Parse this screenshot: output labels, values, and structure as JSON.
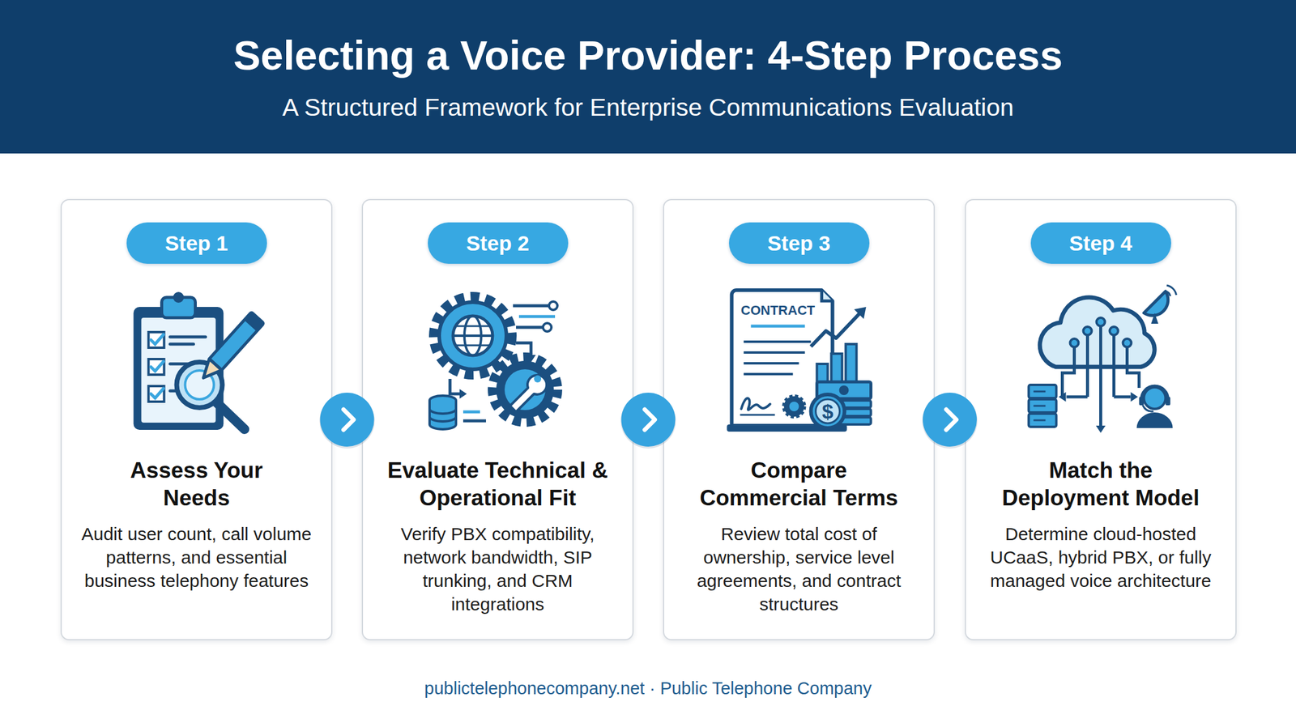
{
  "diagram": {
    "title": "Selecting a Voice Provider: 4-Step Process",
    "nodes": [
      {
        "text": [
          "Assess Your Needs",
          "Audit user count, call volume patterns, and essential business telephony features"
        ]
      },
      {
        "text": [
          "Step 1"
        ],
        "in": 0
      },
      {
        "text": [
          "Evaluate Technical & Operational Fit",
          "Verify PBX compatibility, network bandwidth, SIP trunking, and CRM integrations"
        ]
      },
      {
        "text": [
          "Step 2"
        ],
        "in": 2
      },
      {
        "text": [
          "Compare Commercial Terms",
          "Review total cost of ownership, service level agreements, and contract structures"
        ]
      },
      {
        "text": [
          "Step 3"
        ],
        "in": 4
      },
      {
        "text": [
          "Match the Deployment Model",
          "Determine cloud-hosted UCaaS, hybrid PBX, or fully managed voice architecture"
        ]
      },
      {
        "text": [
          "Step 4"
        ],
        "in": 6
      }
    ],
    "edges": [
      {
        "from": 0,
        "to": 2,
        "arrow": "to"
      },
      {
        "from": 2,
        "to": 4,
        "arrow": "to"
      },
      {
        "from": 4,
        "to": 6,
        "arrow": "to"
      }
    ],
    "labels": [
      "A Structured Framework for Enterprise Communications Evaluation",
      "CONTRACT",
      "$",
      "publictelephonecompany.net · Public Telephone Company"
    ]
  }
}
